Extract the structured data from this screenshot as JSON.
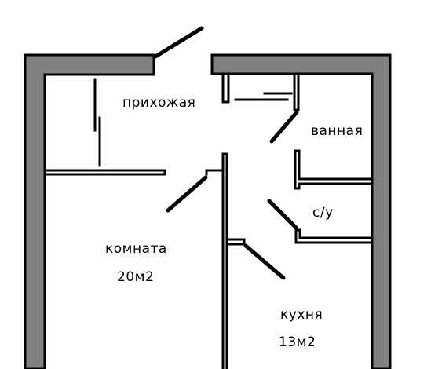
{
  "rooms": {
    "hallway": "прихожая",
    "bathroom": "ванная",
    "toilet": "с/у",
    "room": "комната",
    "room_area": "20м2",
    "kitchen": "кухня",
    "kitchen_area": "13м2"
  },
  "colors": {
    "wall_fill": "#808080",
    "line": "#000000",
    "background": "#ffffff"
  }
}
